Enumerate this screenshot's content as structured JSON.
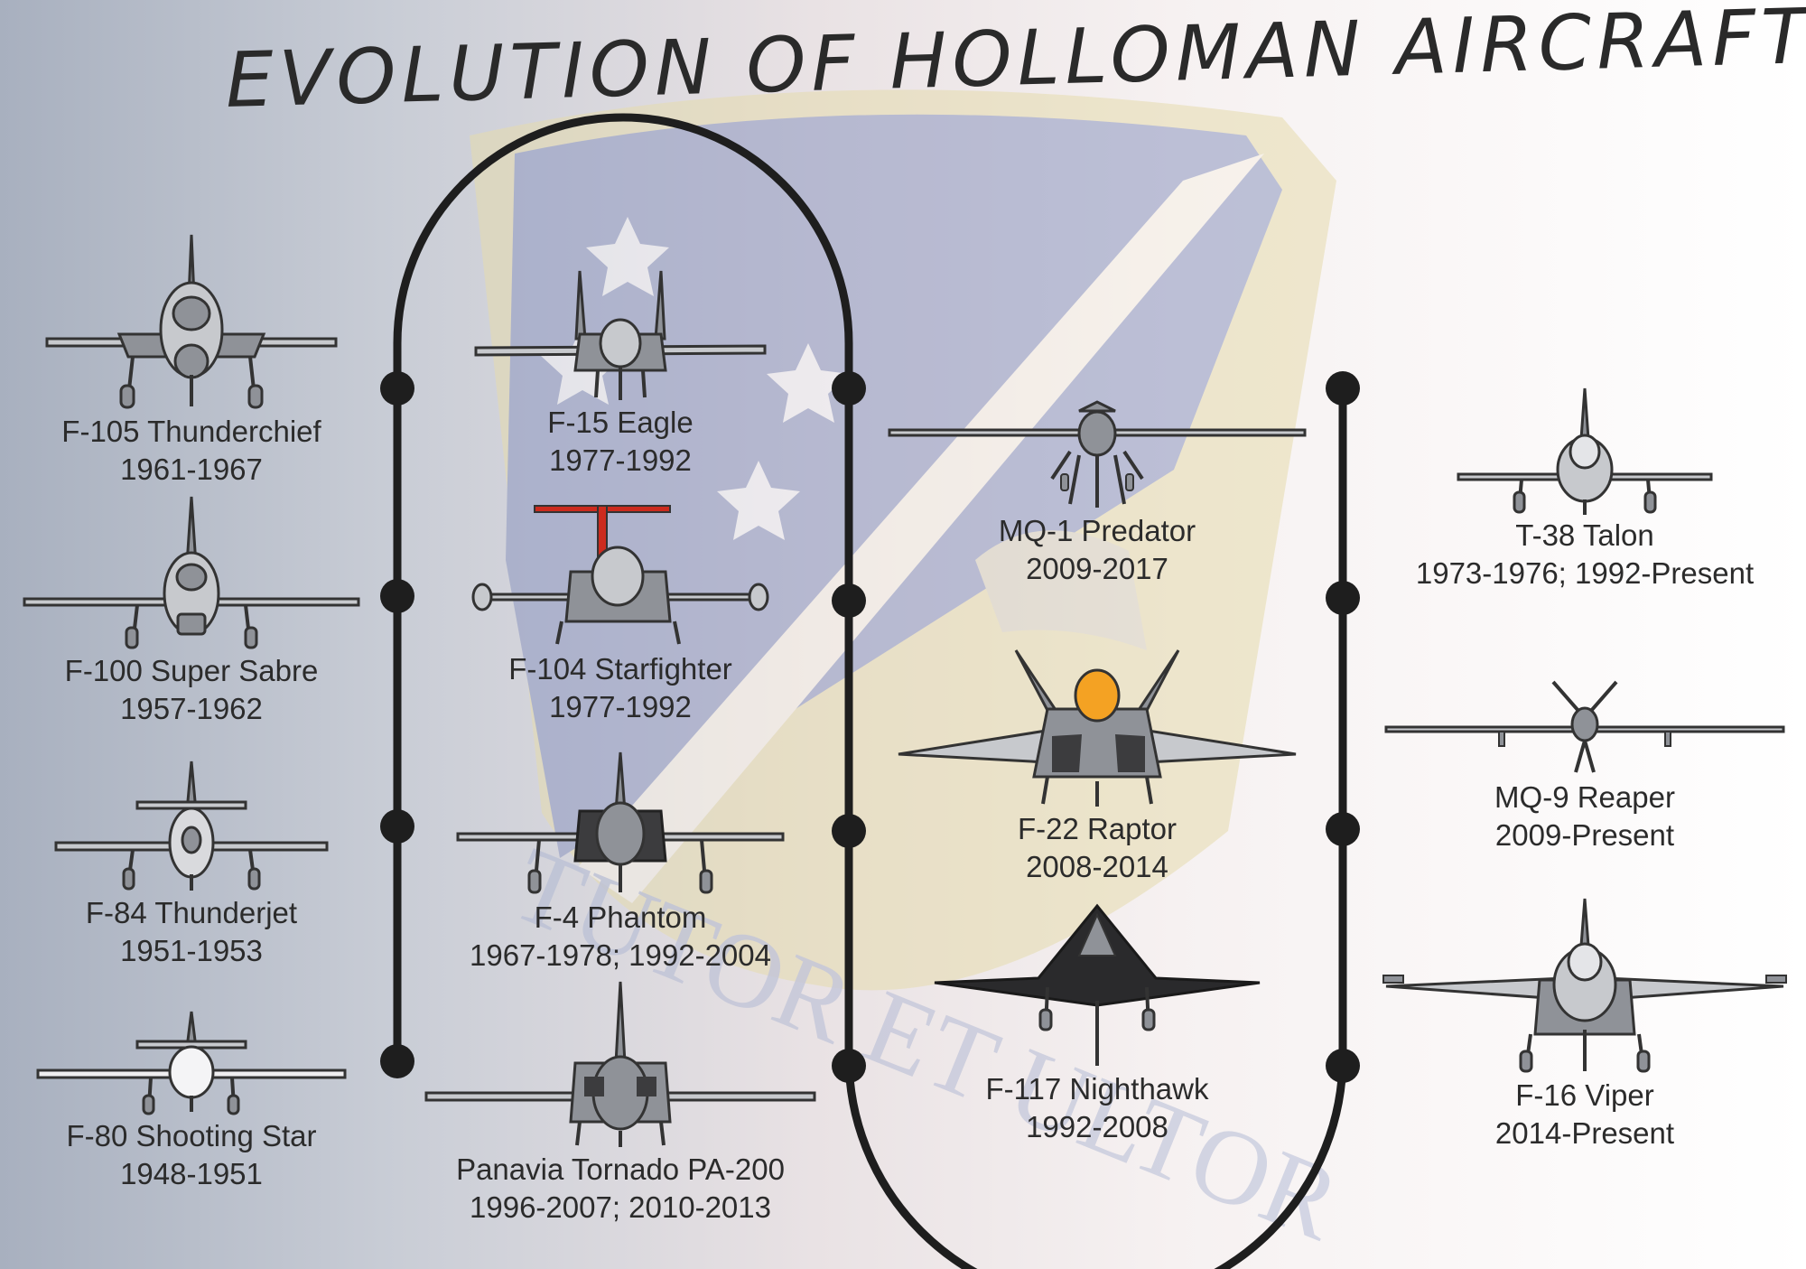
{
  "title": "EVOLUTION OF HOLLOMAN AIRCRAFT",
  "emblem_motto": "TUTOR ET ULTOR",
  "colors": {
    "line": "#1e1e1e",
    "aircraft_gray": "#8f9298",
    "aircraft_light": "#c7c9cd",
    "aircraft_dark": "#3c3c3e",
    "tail_red": "#cc2b1e",
    "canopy_orange": "#f4a223",
    "shield_blue": "#8d97c0",
    "shield_gold": "#e6dcae"
  },
  "columns": [
    {
      "aircraft": [
        {
          "name": "F-105 Thunderchief",
          "years": "1961-1967",
          "icon": "f105-thunderchief-icon"
        },
        {
          "name": "F-100 Super Sabre",
          "years": "1957-1962",
          "icon": "f100-super-sabre-icon"
        },
        {
          "name": "F-84 Thunderjet",
          "years": "1951-1953",
          "icon": "f84-thunderjet-icon"
        },
        {
          "name": "F-80 Shooting Star",
          "years": "1948-1951",
          "icon": "f80-shooting-star-icon"
        }
      ]
    },
    {
      "aircraft": [
        {
          "name": "F-15 Eagle",
          "years": "1977-1992",
          "icon": "f15-eagle-icon"
        },
        {
          "name": "F-104 Starfighter",
          "years": "1977-1992",
          "icon": "f104-starfighter-icon"
        },
        {
          "name": "F-4 Phantom",
          "years": "1967-1978; 1992-2004",
          "icon": "f4-phantom-icon"
        },
        {
          "name": "Panavia Tornado PA-200",
          "years": "1996-2007; 2010-2013",
          "icon": "tornado-icon"
        }
      ]
    },
    {
      "aircraft": [
        {
          "name": "MQ-1 Predator",
          "years": "2009-2017",
          "icon": "mq1-predator-icon"
        },
        {
          "name": "F-22 Raptor",
          "years": "2008-2014",
          "icon": "f22-raptor-icon"
        },
        {
          "name": "F-117 Nighthawk",
          "years": "1992-2008",
          "icon": "f117-nighthawk-icon"
        }
      ]
    },
    {
      "aircraft": [
        {
          "name": "T-38 Talon",
          "years": "1973-1976; 1992-Present",
          "icon": "t38-talon-icon"
        },
        {
          "name": "MQ-9 Reaper",
          "years": "2009-Present",
          "icon": "mq9-reaper-icon"
        },
        {
          "name": "F-16 Viper",
          "years": "2014-Present",
          "icon": "f16-viper-icon"
        }
      ]
    }
  ]
}
